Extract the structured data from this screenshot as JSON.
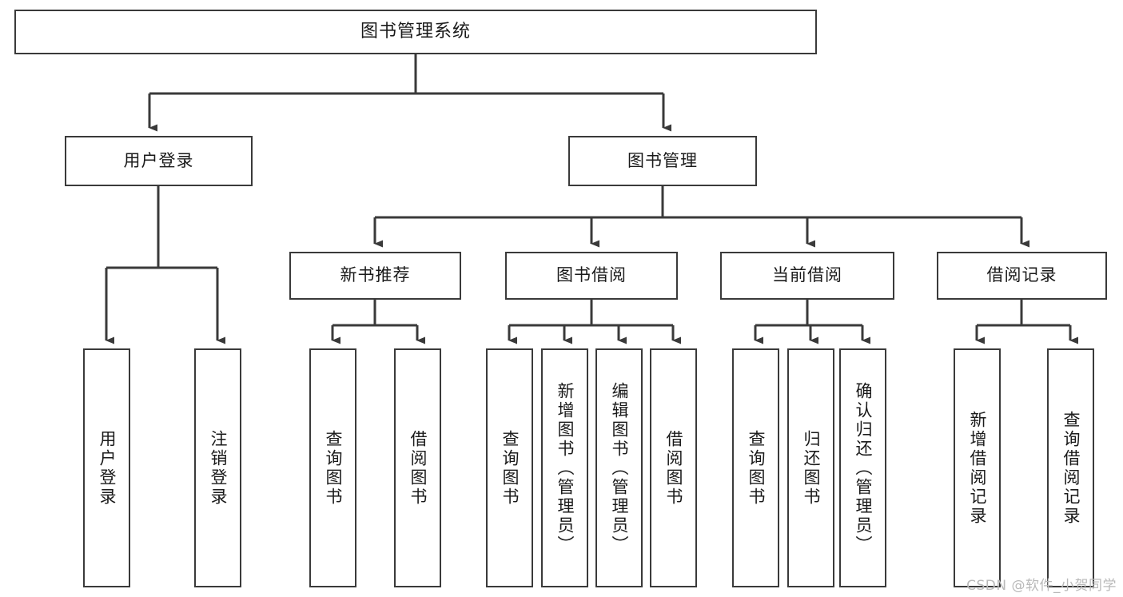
{
  "diagram": {
    "title": "图书管理系统",
    "type": "tree-hierarchy",
    "watermark": "CSDN @软件_小贺同学",
    "colors": {
      "box_border": "#3a3a3a",
      "box_fill": "#ffffff",
      "connector": "#3a3a3a",
      "text": "#1a1a1a",
      "watermark": "#b9b9b9",
      "background": "#ffffff"
    },
    "root": {
      "label": "图书管理系统"
    },
    "level2": [
      {
        "label": "用户登录"
      },
      {
        "label": "图书管理"
      }
    ],
    "level3": [
      {
        "label": "新书推荐"
      },
      {
        "label": "图书借阅"
      },
      {
        "label": "当前借阅"
      },
      {
        "label": "借阅记录"
      }
    ],
    "leaves": {
      "user_login": [
        {
          "label": "用户登录"
        },
        {
          "label": "注销登录"
        }
      ],
      "new_book_recommend": [
        {
          "label": "查询图书"
        },
        {
          "label": "借阅图书"
        }
      ],
      "book_borrow": [
        {
          "label": "查询图书"
        },
        {
          "label": "新增图书（管理员）"
        },
        {
          "label": "编辑图书（管理员）"
        },
        {
          "label": "借阅图书"
        }
      ],
      "current_borrow": [
        {
          "label": "查询图书"
        },
        {
          "label": "归还图书"
        },
        {
          "label": "确认归还（管理员）"
        }
      ],
      "borrow_record": [
        {
          "label": "新增借阅记录"
        },
        {
          "label": "查询借阅记录"
        }
      ]
    }
  }
}
